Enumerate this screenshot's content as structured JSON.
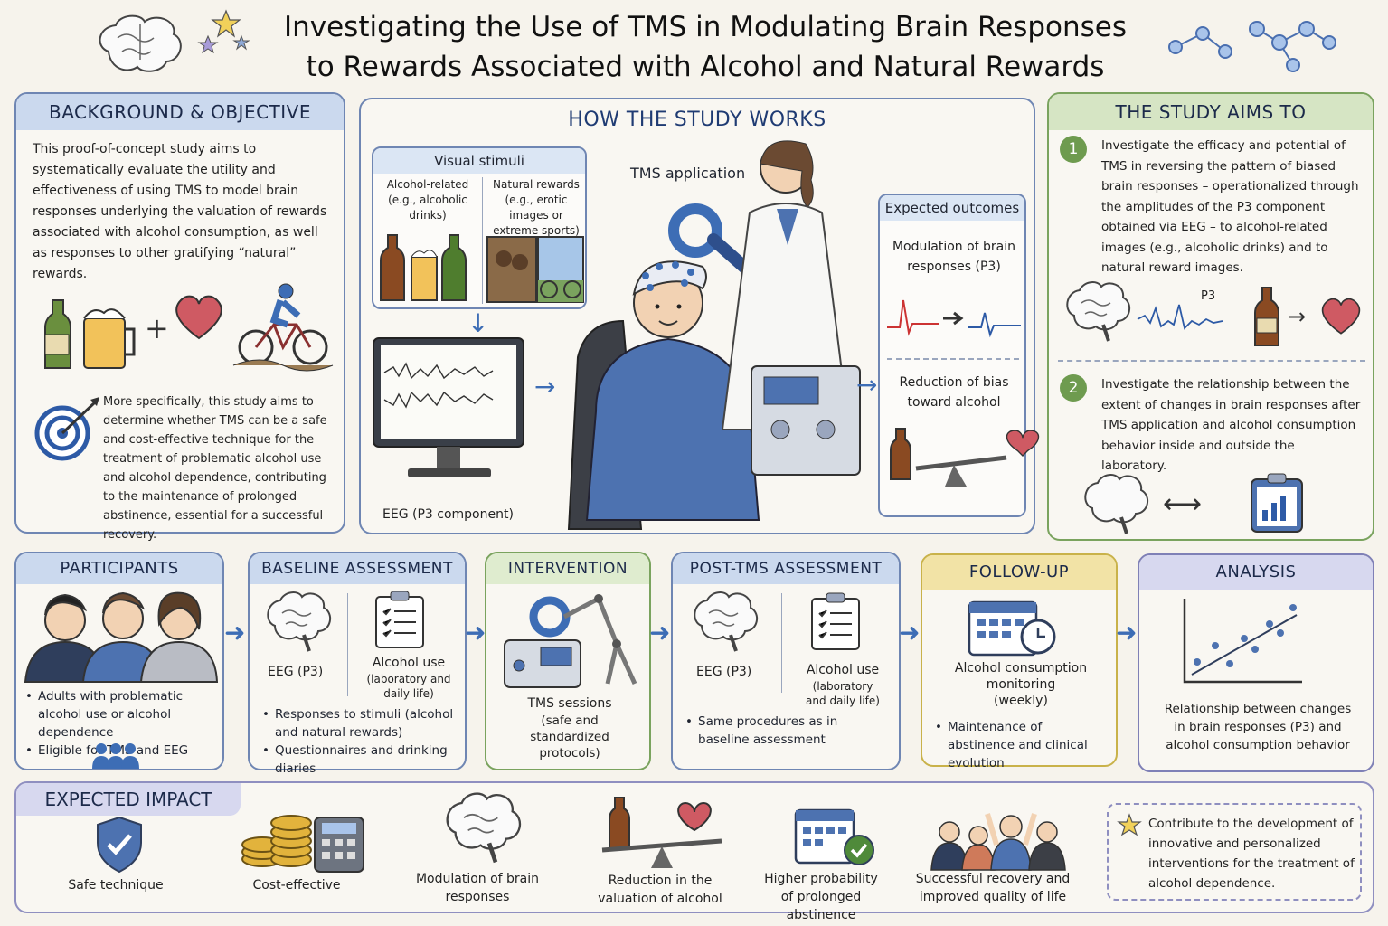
{
  "title": {
    "line1": "Investigating the Use of TMS in Modulating Brain Responses",
    "line2": "to Rewards Associated with Alcohol and Natural Rewards"
  },
  "background": {
    "header": "BACKGROUND & OBJECTIVE",
    "para1": "This proof-of-concept study aims to systematically evaluate the utility and effectiveness of using TMS to model brain responses underlying the valuation of rewards associated with alcohol consumption, as well as responses to other gratifying “natural” rewards.",
    "para2": "More specifically, this study aims to determine whether TMS can be a safe and cost-effective technique for the treatment of problematic alcohol use and alcohol dependence, contributing to the maintenance of prolonged abstinence, essential for a successful recovery."
  },
  "how": {
    "header": "HOW THE STUDY WORKS",
    "visual_stimuli": "Visual stimuli",
    "alcohol_label": "Alcohol-related (e.g., alcoholic drinks)",
    "natural_label": "Natural rewards (e.g., erotic images or extreme sports)",
    "tms_application": "TMS application",
    "eeg_label": "EEG (P3 component)",
    "expected_outcomes": "Expected outcomes",
    "outcome1": "Modulation of brain responses (P3)",
    "outcome2": "Reduction of bias toward alcohol"
  },
  "aims": {
    "header": "THE STUDY AIMS TO",
    "n1": "1",
    "aim1": "Investigate the efficacy and potential of TMS in reversing the pattern of biased brain responses – operationalized through the amplitudes of the P3 component obtained via EEG – to alcohol-related images (e.g., alcoholic drinks) and to natural reward images.",
    "p3": "P3",
    "n2": "2",
    "aim2": "Investigate the relationship between the extent of changes in brain responses after TMS application and alcohol consumption behavior inside and outside the laboratory."
  },
  "participants": {
    "header": "PARTICIPANTS",
    "items": [
      "Adults with problematic alcohol use or alcohol dependence",
      "Eligible for TMS and EEG"
    ]
  },
  "baseline": {
    "header": "BASELINE ASSESSMENT",
    "eeg": "EEG (P3)",
    "alcohol_use": "Alcohol use",
    "alcohol_use_sub": "(laboratory and daily life)",
    "items": [
      "Responses to stimuli (alcohol and natural rewards)",
      "Questionnaires and drinking diaries"
    ]
  },
  "intervention": {
    "header": "INTERVENTION",
    "label": "TMS sessions",
    "sub": "(safe and standardized protocols)"
  },
  "post": {
    "header": "POST-TMS ASSESSMENT",
    "eeg": "EEG (P3)",
    "alcohol_use": "Alcohol use",
    "alcohol_use_sub": "(laboratory and daily life)",
    "items": [
      "Same procedures as in baseline assessment"
    ]
  },
  "followup": {
    "header": "FOLLOW-UP",
    "label": "Alcohol consumption monitoring",
    "sub": "(weekly)",
    "items": [
      "Maintenance of abstinence and clinical evolution"
    ]
  },
  "analysis": {
    "header": "ANALYSIS",
    "label": "Relationship between changes in brain responses (P3) and alcohol consumption behavior"
  },
  "impact": {
    "header": "EXPECTED IMPACT",
    "items": [
      "Safe technique",
      "Cost-effective",
      "Modulation of brain responses",
      "Reduction in the valuation of alcohol",
      "Higher probability of prolonged abstinence",
      "Successful recovery and improved quality of life"
    ],
    "contribution": "Contribute to the development of innovative and personalized interventions for the treatment of alcohol dependence."
  },
  "colors": {
    "accent_blue": "#3d6db5",
    "panel_border": "#6f86b3",
    "green": "#6e9b4f",
    "yellow": "#c9b24a"
  }
}
